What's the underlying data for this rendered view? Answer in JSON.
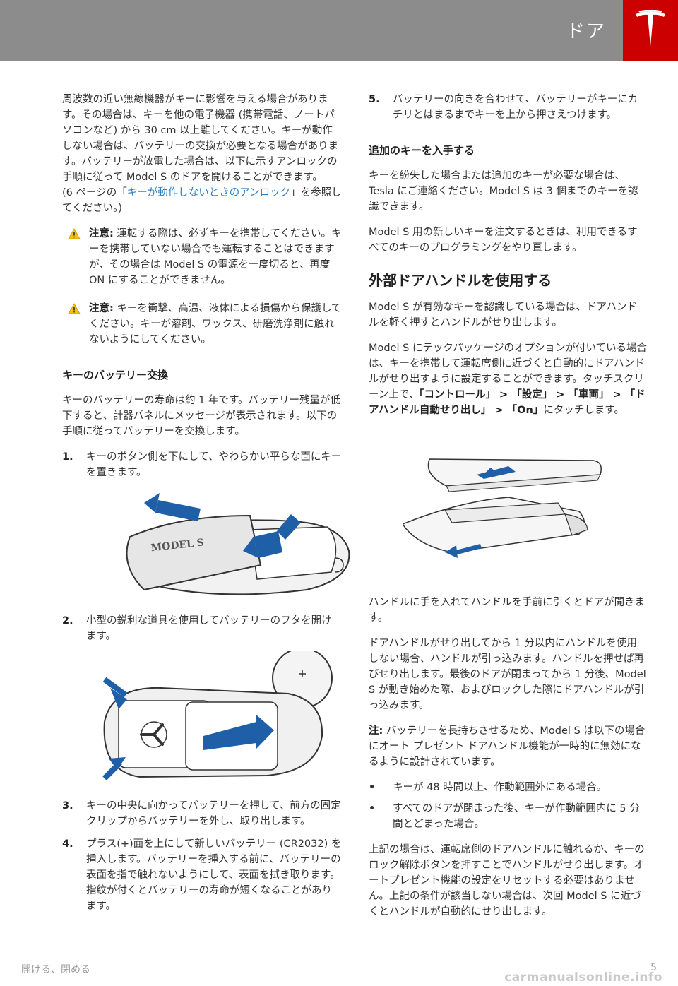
{
  "header": {
    "title": "ドア",
    "logo": "tesla-logo"
  },
  "left": {
    "intro": "周波数の近い無線機器がキーに影響を与える場合があります。その場合は、キーを他の電子機器 (携帯電話、ノートパソコンなど) から 30 cm 以上離してください。キーが動作しない場合は、バッテリーの交換が必要となる場合があります。バッテリーが放電した場合は、以下に示すアンロックの手順に従って Model S のドアを開けることができます。",
    "ref_prefix": "(6 ページの「",
    "ref_link": "キーが動作しないときのアンロック",
    "ref_suffix": "」を参照してください。)",
    "warning1_label": "注意:",
    "warning1_text": " 運転する際は、必ずキーを携帯してください。キーを携帯していない場合でも運転することはできますが、その場合は Model S の電源を一度切ると、再度 ON にすることができません。",
    "warning2_label": "注意:",
    "warning2_text": " キーを衝撃、高温、液体による損傷から保護してください。キーが溶剤、ワックス、研磨洗浄剤に触れないようにしてください。",
    "battery_heading": "キーのバッテリー交換",
    "battery_intro": "キーのバッテリーの寿命は約 1 年です。バッテリー残量が低下すると、計器パネルにメッセージが表示されます。以下の手順に従ってバッテリーを交換します。",
    "steps": [
      {
        "num": "1.",
        "text": "キーのボタン側を下にして、やわらかい平らな面にキーを置きます。"
      },
      {
        "num": "2.",
        "text": "小型の鋭利な道具を使用してバッテリーのフタを開けます。"
      },
      {
        "num": "3.",
        "text": "キーの中央に向かってバッテリーを押して、前方の固定クリップからバッテリーを外し、取り出します。"
      },
      {
        "num": "4.",
        "text": "プラス(+)面を上にして新しいバッテリー (CR2032) を挿入します。バッテリーを挿入する前に、バッテリーの表面を指で触れないようにして、表面を拭き取ります。指紋が付くとバッテリーの寿命が短くなることがあります。"
      }
    ],
    "key_label": "MODEL S"
  },
  "right": {
    "step5_num": "5.",
    "step5_text": "バッテリーの向きを合わせて、バッテリーがキーにカチリとはまるまでキーを上から押さえつけます。",
    "extra_heading": "追加のキーを入手する",
    "extra_p1": "キーを紛失した場合または追加のキーが必要な場合は、Tesla にご連絡ください。Model S は 3 個までのキーを認識できます。",
    "extra_p2": "Model S 用の新しいキーを注文するときは、利用できるすべてのキーのプログラミングをやり直します。",
    "handle_heading": "外部ドアハンドルを使用する",
    "handle_p1": "Model S が有効なキーを認識している場合は、ドアハンドルを軽く押すとハンドルがせり出します。",
    "handle_p2_pre": "Model S にテックパッケージのオプションが付いている場合は、キーを携帯して運転席側に近づくと自動的にドアハンドルがせり出すように設定することができます。タッチスクリーン上で、",
    "handle_p2_bold": "「コントロール」 > 「設定」 > 「車両」 > 「ドアハンドル自動せり出し」 > 「On」",
    "handle_p2_post": "にタッチします。",
    "pull_text": "ハンドルに手を入れてハンドルを手前に引くとドアが開きます。",
    "retract_text": "ドアハンドルがせり出してから 1 分以内にハンドルを使用しない場合、ハンドルが引っ込みます。ハンドルを押せば再びせり出します。最後のドアが閉まってから 1 分後、Model S が動き始めた際、およびロックした際にドアハンドルが引っ込みます。",
    "note_label": "注:",
    "note_text": " バッテリーを長持ちさせるため、Model S は以下の場合にオート プレゼント ドアハンドル機能が一時的に無効になるように設計されています。",
    "bullets": [
      "キーが 48 時間以上、作動範囲外にある場合。",
      "すべてのドアが閉まった後、キーが作動範囲内に 5 分間とどまった場合。"
    ],
    "closing_text": "上記の場合は、運転席側のドアハンドルに触れるか、キーのロック解除ボタンを押すことでハンドルがせり出します。オートプレゼント機能の設定をリセットする必要はありません。上記の条件が該当しない場合は、次回 Model S に近づくとハンドルが自動的にせり出します。"
  },
  "footer": {
    "left": "開ける、閉める",
    "page": "5",
    "watermark": "carmanualsonline.info"
  },
  "colors": {
    "header_bg": "#8c8c8c",
    "logo_bg": "#cc0000",
    "link": "#2f7fc6",
    "arrow": "#1f5fa8",
    "warning": "#f4c20d"
  }
}
